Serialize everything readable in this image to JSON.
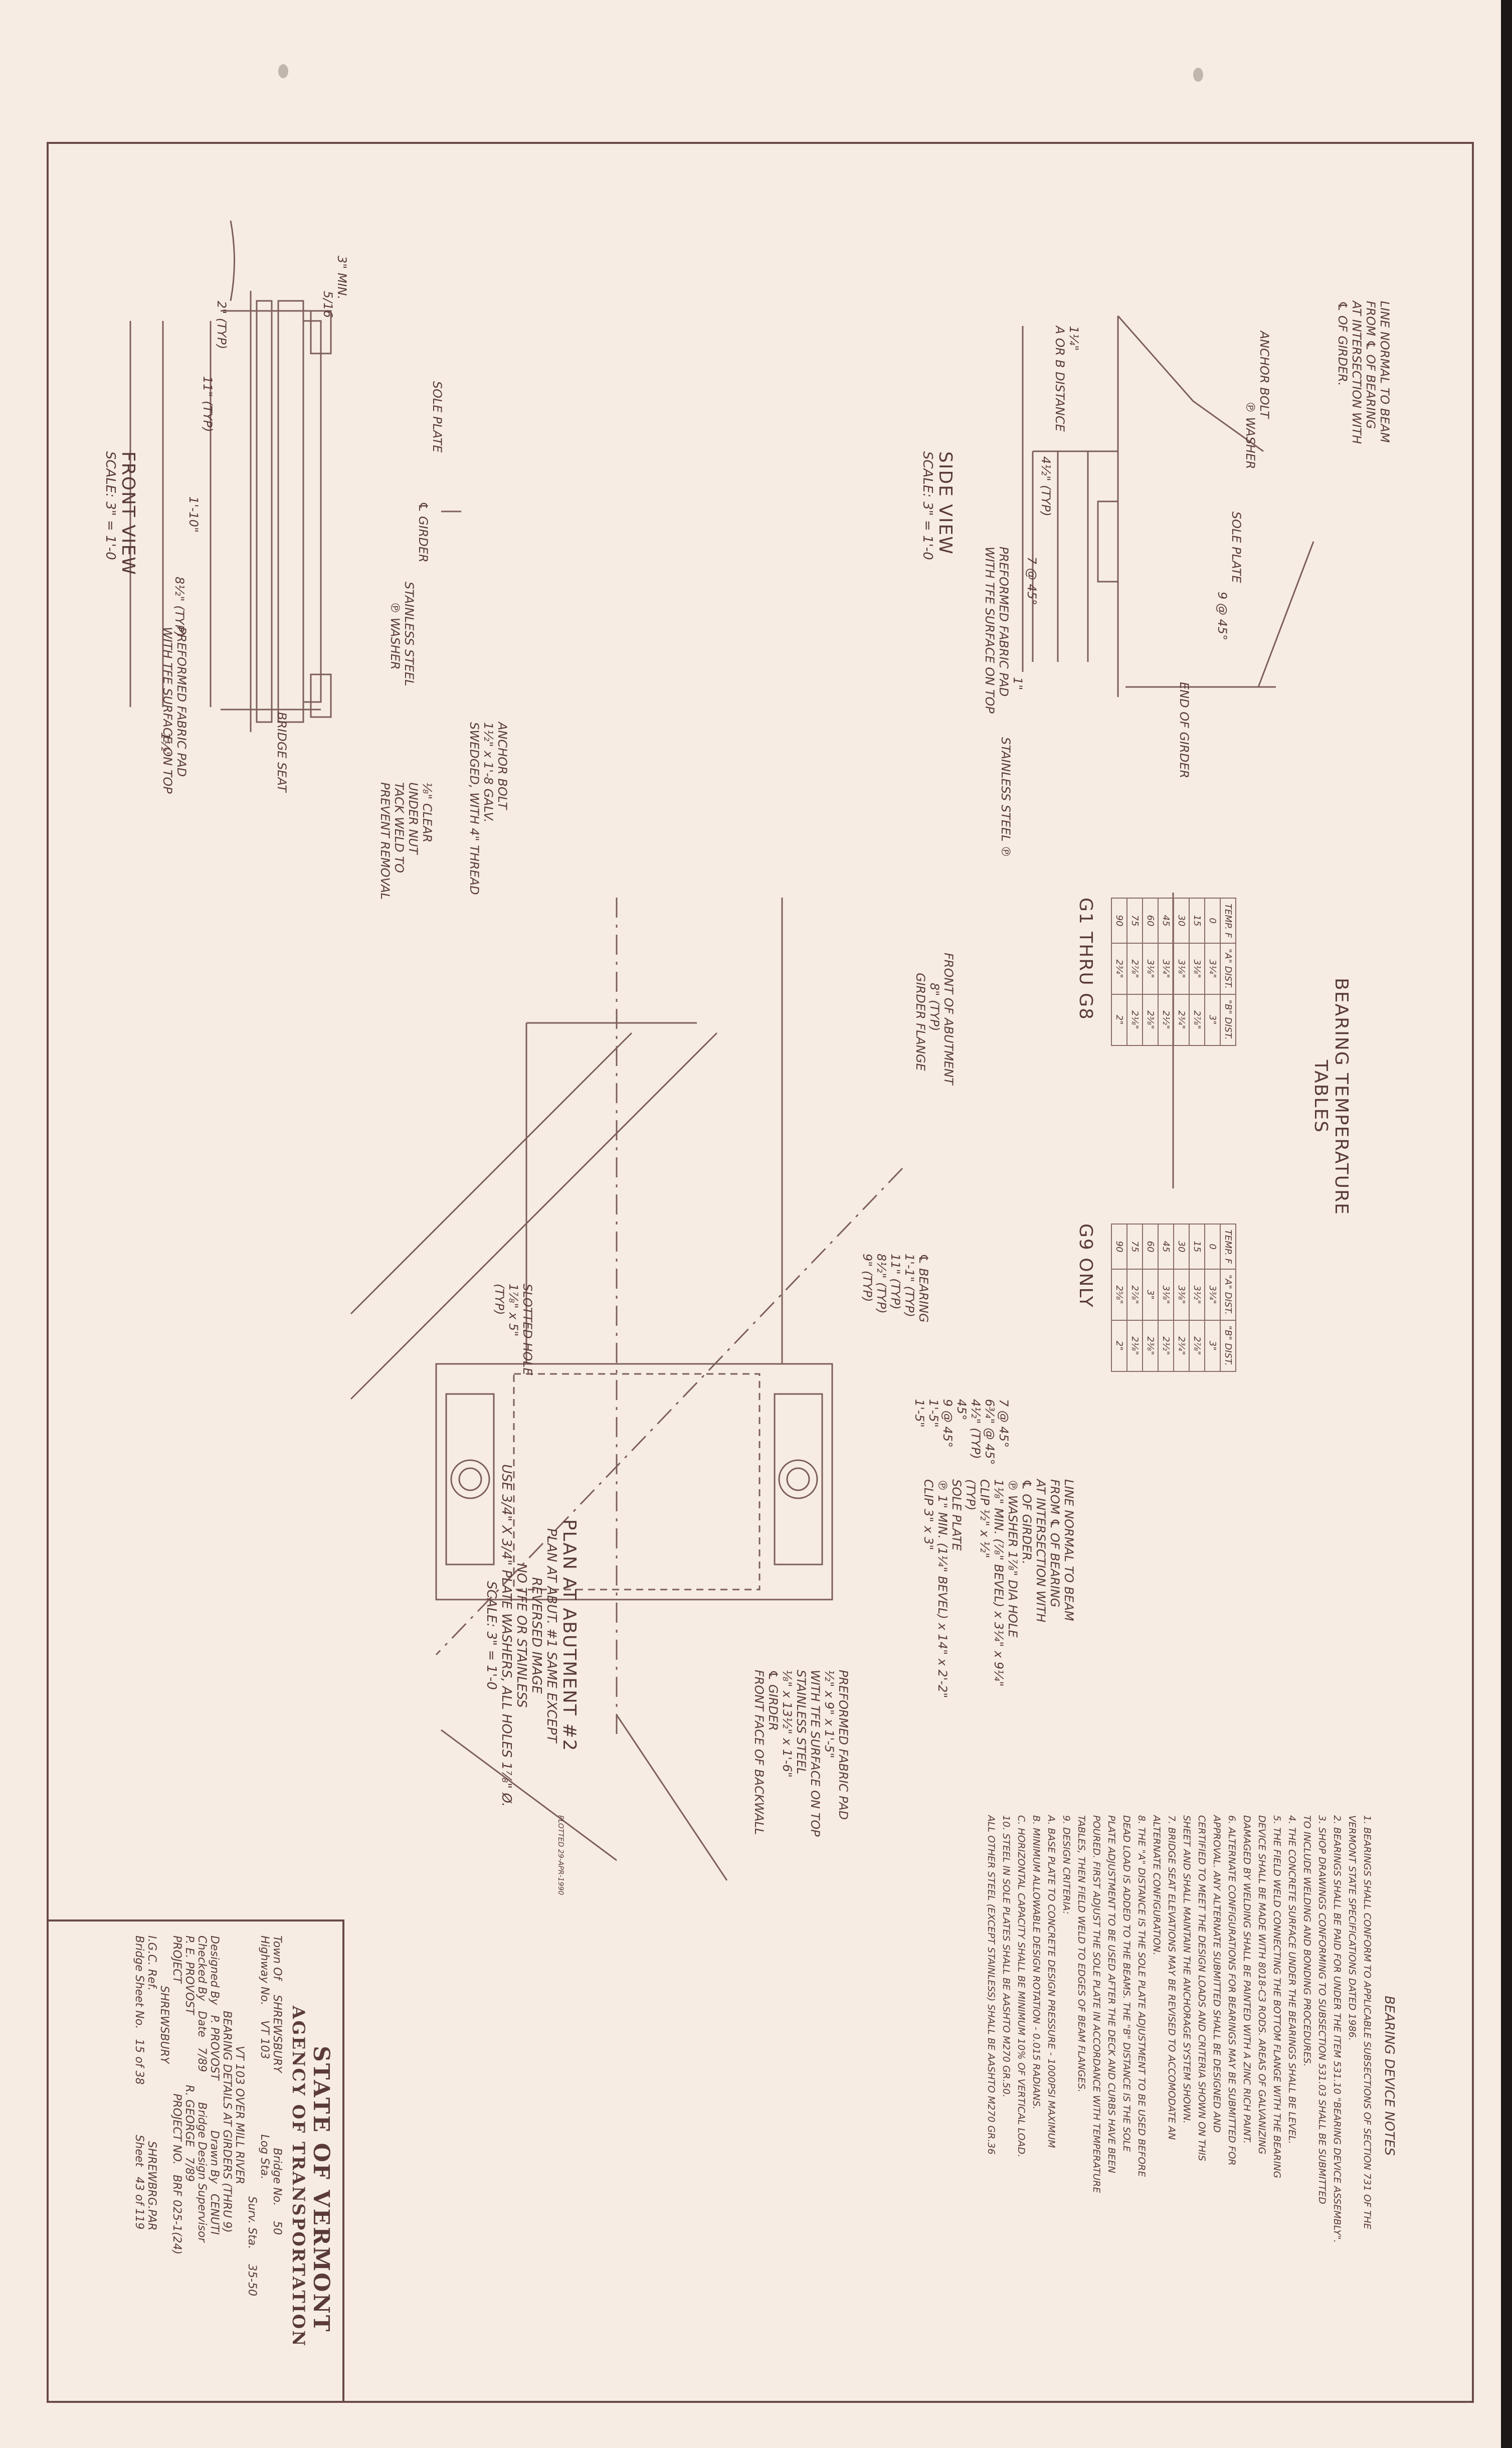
{
  "sheet": {
    "bearing_notes": {
      "title": "BEARING DEVICE NOTES",
      "lines": [
        "1. BEARINGS SHALL CONFORM TO APPLICABLE SUBSECTIONS OF SECTION 731 OF THE",
        "VERMONT STATE SPECIFICATIONS DATED 1986.",
        "2. BEARINGS SHALL BE PAID FOR UNDER THE ITEM 531.10 \"BEARING DEVICE ASSEMBLY\".",
        "3. SHOP DRAWINGS CONFORMING TO SUBSECTION 531.03 SHALL BE SUBMITTED",
        "TO INCLUDE WELDING AND BONDING PROCEDURES.",
        "4. THE CONCRETE SURFACE UNDER THE BEARINGS SHALL BE LEVEL.",
        "5. THE FIELD WELD CONNECTING THE BOTTOM FLANGE WITH THE BEARING",
        "DEVICE SHALL BE MADE WITH 8018-C3 RODS. AREAS OF GALVANIZING",
        "DAMAGED BY WELDING SHALL BE PAINTED WITH A ZINC RICH PAINT.",
        "6. ALTERNATE CONFIGURATIONS FOR BEARINGS MAY BE SUBMITTED FOR",
        "APPROVAL. ANY ALTERNATE SUBMITTED SHALL BE DESIGNED AND",
        "CERTIFIED TO MEET THE DESIGN LOADS AND CRITERIA SHOWN ON THIS",
        "SHEET AND SHALL MAINTAIN THE ANCHORAGE SYSTEM SHOWN.",
        "7. BRIDGE SEAT ELEVATIONS MAY BE REVISED TO ACCOMODATE AN",
        "ALTERNATE CONFIGURATION.",
        "8. THE \"A\" DISTANCE IS THE SOLE PLATE ADJUSTMENT TO BE USED BEFORE",
        "DEAD LOAD IS ADDED TO THE BEAMS. THE \"B\" DISTANCE IS THE SOLE",
        "PLATE ADJUSTMENT TO BE USED AFTER THE DECK AND CURBS HAVE BEEN",
        "POURED. FIRST ADJUST THE SOLE PLATE IN ACCORDANCE WITH TEMPERATURE",
        "TABLES, THEN FIELD WELD TO EDGES OF BEAM FLANGES.",
        "9. DESIGN CRITERIA:",
        "A. BASE PLATE TO CONCRETE DESIGN PRESSURE - 1000PSI MAXIMUM",
        "B. MINIMUM ALLOWABLE DESIGN ROTATION - 0.015 RADIANS.",
        "C. HORIZONTAL CAPACITY SHALL BE MINIMUM 10% OF VERTICAL LOAD.",
        "10. STEEL IN SOLE PLATES SHALL BE AASHTO M270 GR.50.",
        "ALL OTHER STEEL (EXCEPT STAINLESS) SHALL BE AASHTO M270 GR.36"
      ]
    },
    "temp_tables": {
      "title_line1": "BEARING TEMPERATURE",
      "title_line2": "TABLES",
      "headers": [
        "TEMP. F",
        "\"A\" DIST.",
        "\"B\" DIST."
      ],
      "table1_caption": "G1 THRU G8",
      "table1_rows": [
        [
          "0",
          "3¼\"",
          "3\""
        ],
        [
          "15",
          "3⅛\"",
          "2⅞\""
        ],
        [
          "30",
          "3⅛\"",
          "2¾\""
        ],
        [
          "45",
          "3¼\"",
          "2½\""
        ],
        [
          "60",
          "3⅛\"",
          "2⅜\""
        ],
        [
          "75",
          "2⅞\"",
          "2⅛\""
        ],
        [
          "90",
          "2¾\"",
          "2\""
        ]
      ],
      "table2_caption": "G9 ONLY",
      "table2_rows": [
        [
          "0",
          "3¾\"",
          "3\""
        ],
        [
          "15",
          "3½\"",
          "2⅞\""
        ],
        [
          "30",
          "3⅜\"",
          "2¾\""
        ],
        [
          "45",
          "3⅛\"",
          "2½\""
        ],
        [
          "60",
          "3\"",
          "2⅜\""
        ],
        [
          "75",
          "2⅞\"",
          "2⅛\""
        ],
        [
          "90",
          "2⅝\"",
          "2\""
        ]
      ]
    },
    "side_view": {
      "title": "SIDE VIEW",
      "scale": "SCALE: 3\" = 1'-0",
      "labels": [
        "LINE NORMAL TO BEAM",
        "FROM ℄ OF BEARING",
        "AT INTERSECTION WITH",
        "℄ OF GIRDER.",
        "ANCHOR BOLT",
        "℗ WASHER",
        "SOLE PLATE",
        "9 @ 45°",
        "END OF GIRDER",
        "1¼\"",
        "A OR B DISTANCE",
        "4½\" (TYP)",
        "7 @ 45°",
        "1\"",
        "PREFORMED FABRIC PAD",
        "WITH TFE SURFACE ON TOP",
        "STAINLESS STEEL ℗"
      ]
    },
    "front_view": {
      "title": "FRONT VIEW",
      "scale": "SCALE: 3\" = 1'-0",
      "labels": [
        "3\" MIN.",
        "5/16",
        "2\" (TYP)",
        "11\" (TYP)",
        "1'-10\"",
        "8½\" (TYP)",
        "1½\"",
        "SOLE PLATE",
        "℄ GIRDER",
        "STAINLESS STEEL",
        "℗ WASHER",
        "ANCHOR BOLT",
        "1½\" x 1'-8 GALV.",
        "SWEDGED, WITH 4\" THREAD",
        "⅛\" CLEAR",
        "UNDER NUT",
        "TACK WELD TO",
        "PREVENT REMOVAL",
        "BRIDGE SEAT",
        "PREFORMED FABRIC PAD",
        "WITH TFE SURFACE ON TOP"
      ]
    },
    "plan": {
      "title": "PLAN AT ABUTMENT #2",
      "lines": [
        "PLAN AT ABUT. #1 SAME EXCEPT",
        "REVERSED IMAGE",
        "NO TFE OR STAINLESS",
        "USE 3/4\" X 3/4\" PLATE WASHERS, ALL HOLES 1⅞\" Ø.",
        "SCALE: 3\" = 1'-0"
      ],
      "labels": [
        "FRONT OF ABUTMENT",
        "8\" (TYP)",
        "GIRDER FLANGE",
        "℄ BEARING",
        "1'-1\" (TYP)",
        "11\" (TYP)",
        "8½\" (TYP)",
        "9\" (TYP)",
        "SLOTTED HOLE",
        "1⅞\" x 5\"",
        "(TYP)",
        "7 @ 45°",
        "6¾\" @ 45°",
        "4½\" (TYP)",
        "45°",
        "9 @ 45°",
        "1'-5\"",
        "1'-5\"",
        "LINE NORMAL TO BEAM",
        "FROM ℄ OF BEARING",
        "AT INTERSECTION WITH",
        "℄ OF GIRDER.",
        "℗ WASHER 1⅞\" DIA HOLE",
        "1⅛\" MIN. (⅞\" BEVEL) x 3¼\" x 9¼\"",
        "CLIP ½\" x ½\"",
        "(TYP)",
        "SOLE PLATE",
        "℗ 1\" MIN. (1¼\" BEVEL) x 14\" x 2'-2\"",
        "CLIP 3\" x 3\"",
        "PREFORMED FABRIC PAD",
        "½\" x 9\" x 1'-5\"",
        "WITH TFE SURFACE ON TOP",
        "STAINLESS STEEL",
        "⅛\" x 13½\" x 1'-6\"",
        "℄ GIRDER",
        "FRONT FACE OF BACKWALL"
      ]
    },
    "plot_stamp": "PLOTTED 29-APR-1990",
    "title_block": {
      "agency_line1": "STATE OF VERMONT",
      "agency_line2": "AGENCY OF TRANSPORTATION",
      "town_label": "Town Of",
      "town": "SHREWSBURY",
      "bridge_no_label": "Bridge No.",
      "bridge_no": "50",
      "highway_label": "Highway No.",
      "highway": "VT 103",
      "log_sta_label": "Log Sta.",
      "surv_sta_label": "Surv. Sta.",
      "surv_sta": "35-50",
      "project_desc": "VT 103 OVER MILL RIVER",
      "sheet_desc": "BEARING DETAILS AT GIRDERS (THRU 9)",
      "designed_label": "Designed By",
      "designed": "P. PROVOST",
      "drawn_label": "Drawn By",
      "drawn": "CENUTI",
      "checked_label": "Checked By",
      "date_label": "Date",
      "checked_date": "7/89",
      "supervisor_label": "Bridge Design Supervisor",
      "checked": "P. E. PROVOST",
      "supervisor": "R. GEORGE",
      "supervisor_date": "7/89",
      "project_label": "PROJECT",
      "project_no_label": "PROJECT NO.",
      "project_no": "BRF 025-1(24)",
      "project": "SHREWSBURY",
      "file_label": "I.G.C. Ref.",
      "file": "SHREWBRG.PAR",
      "bridge_sheet_label": "Bridge Sheet No.",
      "bridge_sheet": "15 of 38",
      "sheet_label": "Sheet",
      "sheet": "43 of 119"
    }
  }
}
